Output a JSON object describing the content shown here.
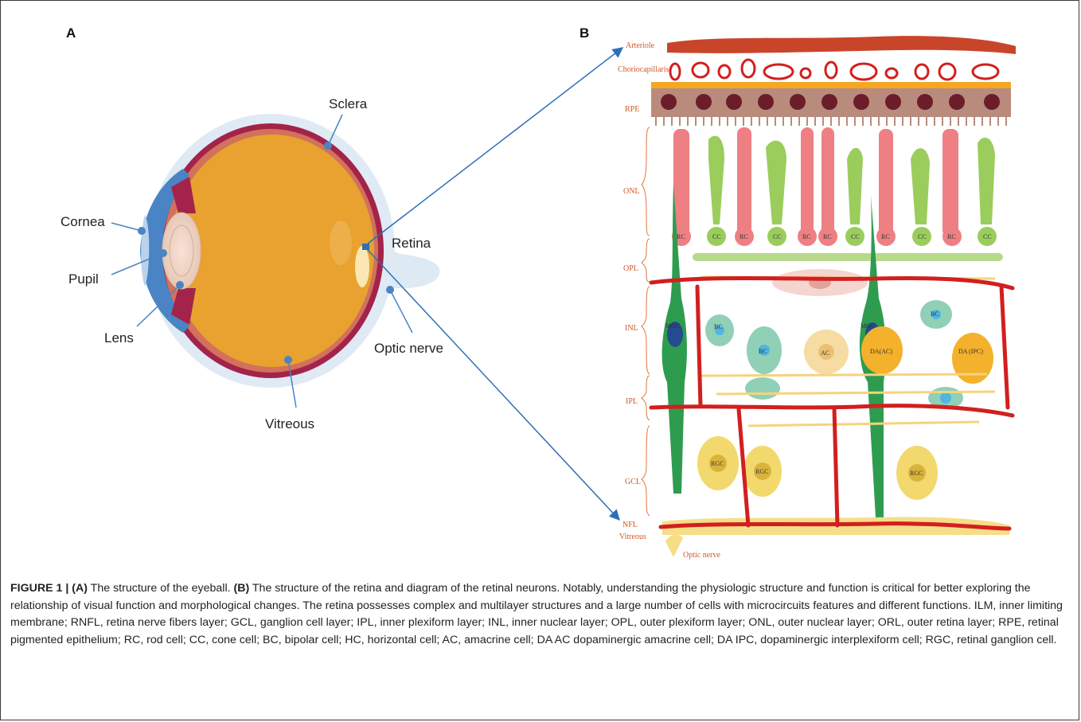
{
  "panels": {
    "a": "A",
    "b": "B"
  },
  "eye_labels": {
    "sclera": "Sclera",
    "cornea": "Cornea",
    "pupil": "Pupil",
    "lens": "Lens",
    "retina": "Retina",
    "optic_nerve": "Optic nerve",
    "vitreous": "Vitreous"
  },
  "retina_layers": {
    "arteriole": "Arteriole",
    "choriocapillaris": "Choriocapillaris",
    "rpe": "RPE",
    "onl": "ONL",
    "opl": "OPL",
    "inl": "INL",
    "ipl": "IPL",
    "gcl": "GCL",
    "nfl": "NFL",
    "vitreous": "Vitreous",
    "optic_nerve": "Optic nerve"
  },
  "cell_labels": {
    "rc": "RC",
    "cc": "CC",
    "mgc": "MGC",
    "bc": "BC",
    "ac": "AC",
    "da_ac": "DA(AC)",
    "da_ipc": "DA (IPC)",
    "rgc": "RGC"
  },
  "caption": {
    "figure": "FIGURE 1 | ",
    "a_tag": "(A)",
    "a_text": " The structure of the eyeball. ",
    "b_tag": "(B)",
    "b_text": " The structure of the retina and diagram of the retinal neurons. Notably, understanding the physiologic structure and function is critical for better exploring the relationship of visual function and morphological changes. The retina possesses complex and multilayer structures and a large number of cells with microcircuits features and different functions. ILM, inner limiting membrane; RNFL, retina nerve fibers layer; GCL, ganglion cell layer; IPL, inner plexiform layer; INL, inner nuclear layer; OPL, outer plexiform layer; ONL, outer nuclear layer; ORL, outer retina layer; RPE, retinal pigmented epithelium; RC, rod cell; CC, cone cell; BC, bipolar cell; HC, horizontal cell; AC, amacrine cell; DA AC dopaminergic amacrine cell; DA IPC, dopaminergic interplexiform cell; RGC, retinal ganglion cell."
  },
  "colors": {
    "sclera": "#a3234a",
    "vitreous": "#e9a12f",
    "blood": "#d21f1f",
    "rod": "#ee7f83",
    "cone": "#9acd5c",
    "rpe": "#b98b7c",
    "pointer": "#2e6fb7"
  }
}
